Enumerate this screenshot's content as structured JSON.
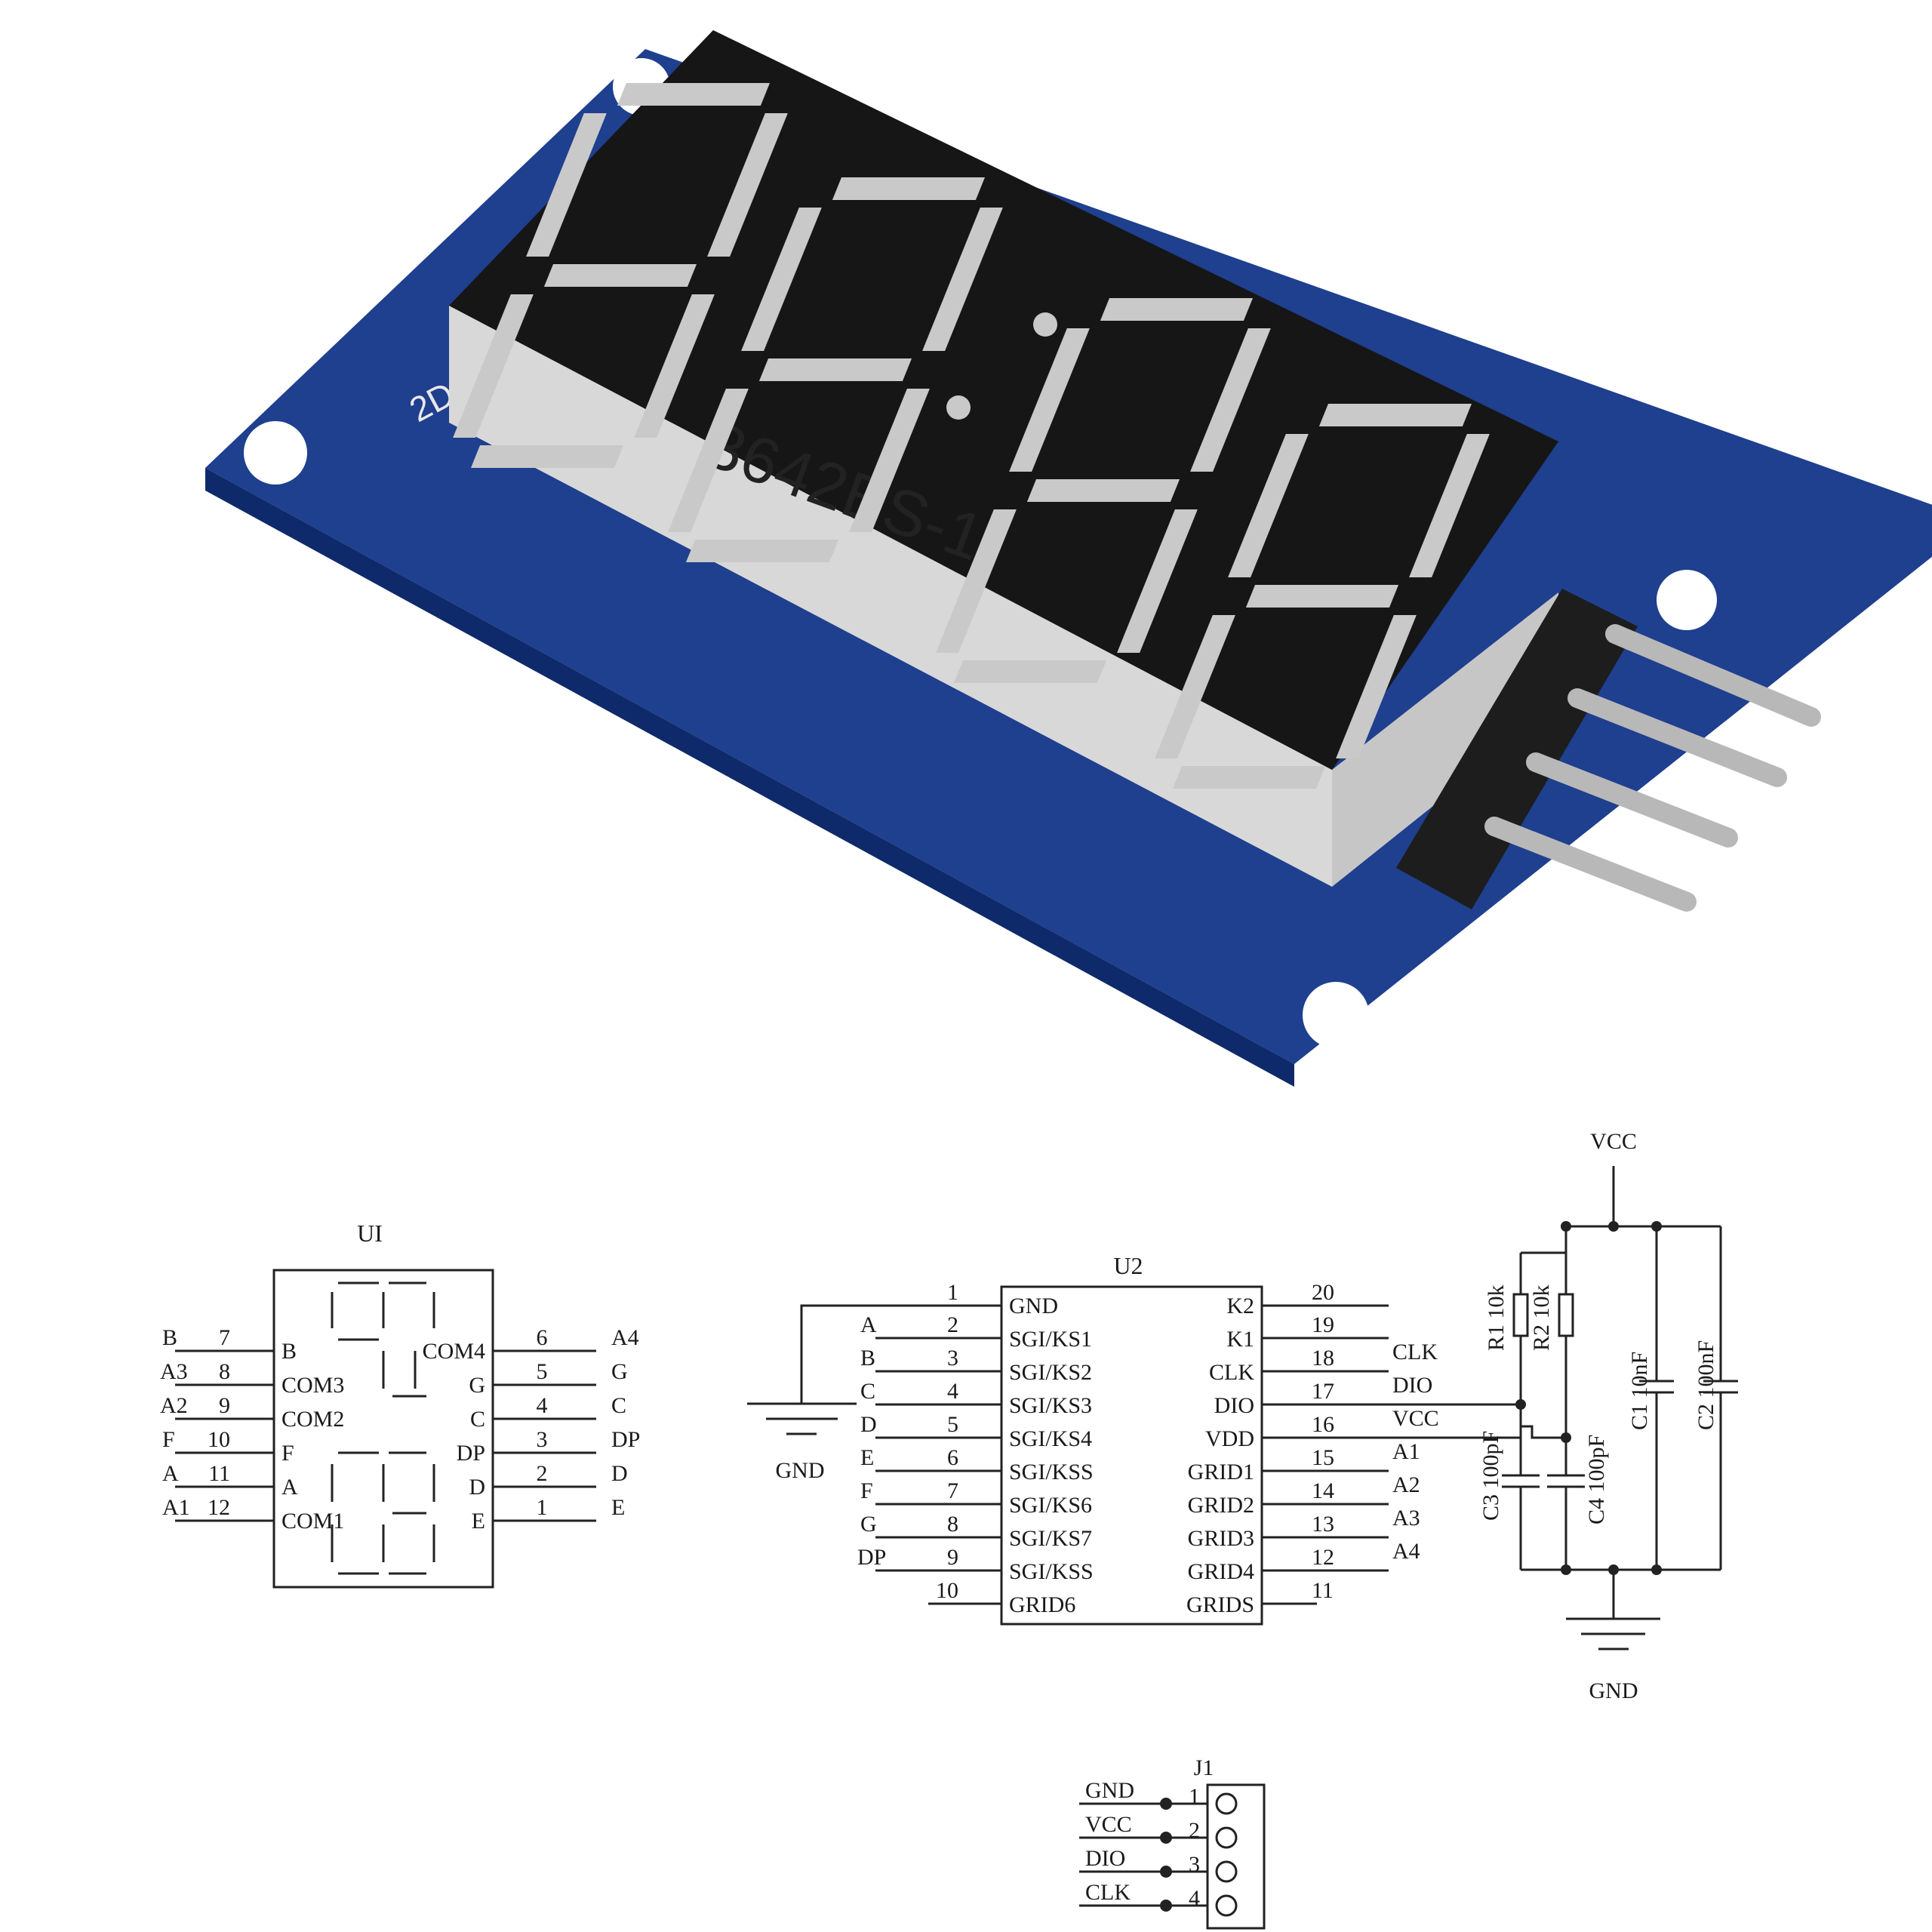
{
  "module": {
    "marking": "3642BS-1",
    "pcb_mark": "2D",
    "colors": {
      "pcb": "#1f3f8f",
      "pcb_dark": "#0f2a6a",
      "display_top": "#161616",
      "display_side": "#d9d9d9",
      "segment": "#c9c9c9",
      "pin": "#b8b8b8"
    }
  },
  "u1": {
    "ref": "UI",
    "left_pins": [
      {
        "net": "B",
        "num": "7",
        "label": "B"
      },
      {
        "net": "A3",
        "num": "8",
        "label": "COM3"
      },
      {
        "net": "A2",
        "num": "9",
        "label": "COM2"
      },
      {
        "net": "F",
        "num": "10",
        "label": "F"
      },
      {
        "net": "A",
        "num": "11",
        "label": "A"
      },
      {
        "net": "A1",
        "num": "12",
        "label": "COM1"
      }
    ],
    "right_pins": [
      {
        "label": "COM4",
        "num": "6",
        "net": "A4"
      },
      {
        "label": "G",
        "num": "5",
        "net": "G"
      },
      {
        "label": "C",
        "num": "4",
        "net": "C"
      },
      {
        "label": "DP",
        "num": "3",
        "net": "DP"
      },
      {
        "label": "D",
        "num": "2",
        "net": "D"
      },
      {
        "label": "E",
        "num": "1",
        "net": "E"
      }
    ]
  },
  "u2": {
    "ref": "U2",
    "left_pins": [
      {
        "net": "",
        "num": "1",
        "label": "GND"
      },
      {
        "net": "A",
        "num": "2",
        "label": "SGI/KS1"
      },
      {
        "net": "B",
        "num": "3",
        "label": "SGI/KS2"
      },
      {
        "net": "C",
        "num": "4",
        "label": "SGI/KS3"
      },
      {
        "net": "D",
        "num": "5",
        "label": "SGI/KS4"
      },
      {
        "net": "E",
        "num": "6",
        "label": "SGI/KSS"
      },
      {
        "net": "F",
        "num": "7",
        "label": "SGI/KS6"
      },
      {
        "net": "G",
        "num": "8",
        "label": "SGI/KS7"
      },
      {
        "net": "DP",
        "num": "9",
        "label": "SGI/KSS"
      },
      {
        "net": "",
        "num": "10",
        "label": "GRID6"
      }
    ],
    "right_pins": [
      {
        "label": "K2",
        "num": "20",
        "net": ""
      },
      {
        "label": "K1",
        "num": "19",
        "net": ""
      },
      {
        "label": "CLK",
        "num": "18",
        "net": "CLK"
      },
      {
        "label": "DIO",
        "num": "17",
        "net": "DIO"
      },
      {
        "label": "VDD",
        "num": "16",
        "net": "VCC"
      },
      {
        "label": "GRID1",
        "num": "15",
        "net": "A1"
      },
      {
        "label": "GRID2",
        "num": "14",
        "net": "A2"
      },
      {
        "label": "GRID3",
        "num": "13",
        "net": "A3"
      },
      {
        "label": "GRID4",
        "num": "12",
        "net": "A4"
      },
      {
        "label": "GRIDS",
        "num": "11",
        "net": ""
      }
    ],
    "gnd_label": "GND"
  },
  "power": {
    "vcc": "VCC",
    "gnd": "GND",
    "r1": "R1 10k",
    "r2": "R2 10k",
    "c1": "C1 10nF",
    "c2": "C2 100nF",
    "c3": "C3 100pF",
    "c4": "C4 100pF"
  },
  "j1": {
    "ref": "J1",
    "pins": [
      {
        "num": "1",
        "net": "GND"
      },
      {
        "num": "2",
        "net": "VCC"
      },
      {
        "num": "3",
        "net": "DIO"
      },
      {
        "num": "4",
        "net": "CLK"
      }
    ]
  }
}
